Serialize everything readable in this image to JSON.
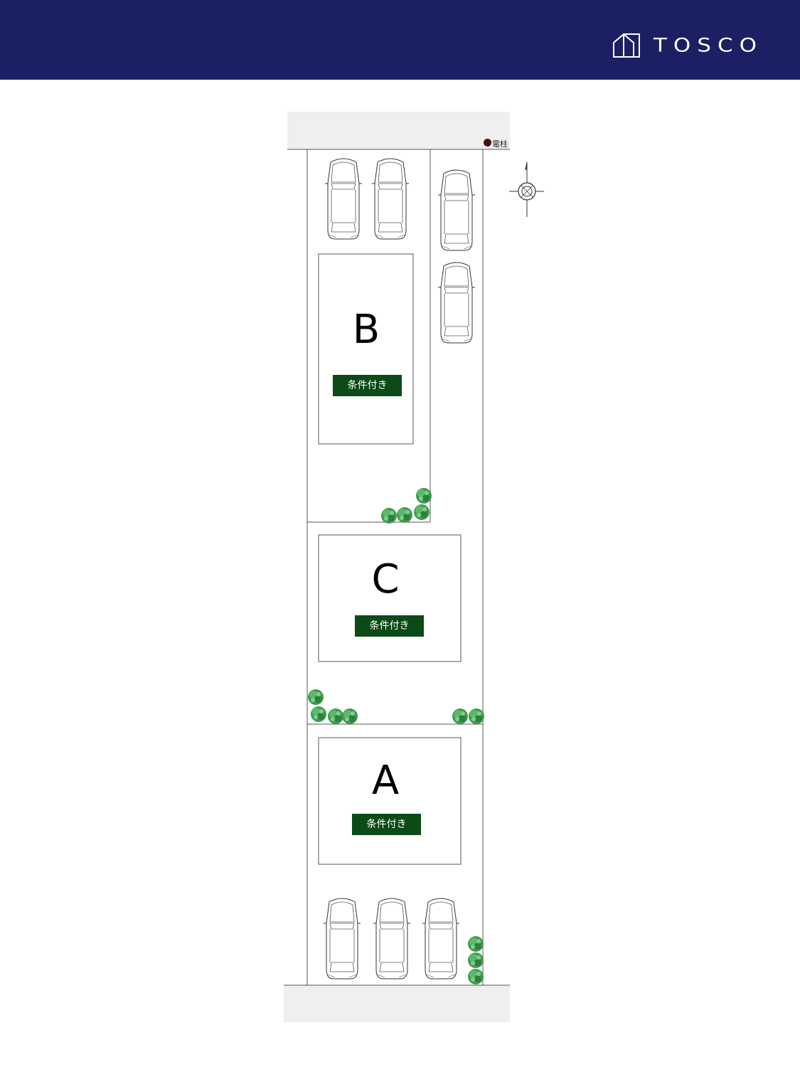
{
  "header": {
    "brand": "TOSCO",
    "background_color": "#1b1f63",
    "logo_icon": "house-outline-icon"
  },
  "map": {
    "utility_pole_label": "電柱",
    "compass_icon": "north-compass-icon",
    "lots": [
      {
        "id": "B",
        "label": "B",
        "badge": "条件付き"
      },
      {
        "id": "C",
        "label": "C",
        "badge": "条件付き"
      },
      {
        "id": "A",
        "label": "A",
        "badge": "条件付き"
      }
    ],
    "badge_color": "#0c4a17",
    "shrub_color": "#3f9a4f",
    "road_color": "#efefef"
  }
}
